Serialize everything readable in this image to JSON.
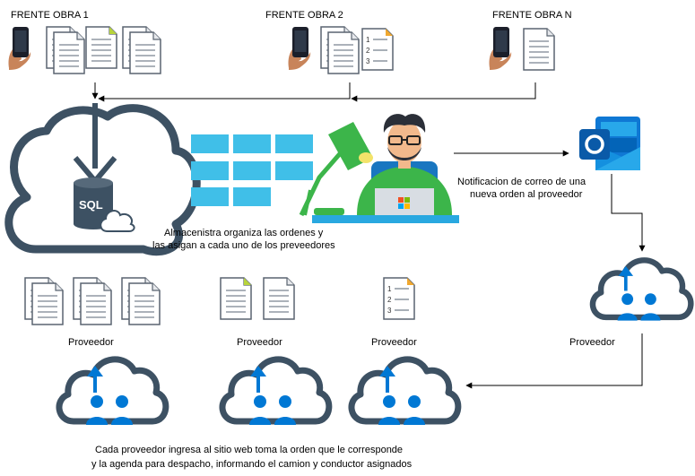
{
  "sites": [
    {
      "label": "FRENTE OBRA 1"
    },
    {
      "label": "FRENTE OBRA 2"
    },
    {
      "label": "FRENTE OBRA N"
    }
  ],
  "database": {
    "label": "SQL"
  },
  "organizer": {
    "caption_line1": "Almacenistra organiza las ordenes y",
    "caption_line2": "las asigan a cada uno de los preveedores"
  },
  "notification": {
    "line1": "Notificacion de correo de una",
    "line2": "nueva orden al proveedor"
  },
  "suppliers": [
    {
      "label": "Proveedor"
    },
    {
      "label": "Proveedor"
    },
    {
      "label": "Proveedor"
    },
    {
      "label": "Proveedor"
    }
  ],
  "footer": {
    "line1": "Cada proveedor ingresa al sitio web toma la orden que le corresponde",
    "line2": "y la agenda para despacho, informando el camion y conductor asignados"
  },
  "colors": {
    "accent_blue": "#0078d4",
    "cloud_stroke": "#3d5163",
    "tile_blue": "#40bfe8",
    "lamp_green": "#3cb54a",
    "doc_gold": "#f0a830",
    "doc_green": "#b8d43a"
  },
  "icons": [
    "phone-in-hand-icon",
    "document-icon",
    "sql-database-cloud-icon",
    "outlook-icon",
    "user-cloud-icon",
    "developer-at-desk-icon"
  ]
}
